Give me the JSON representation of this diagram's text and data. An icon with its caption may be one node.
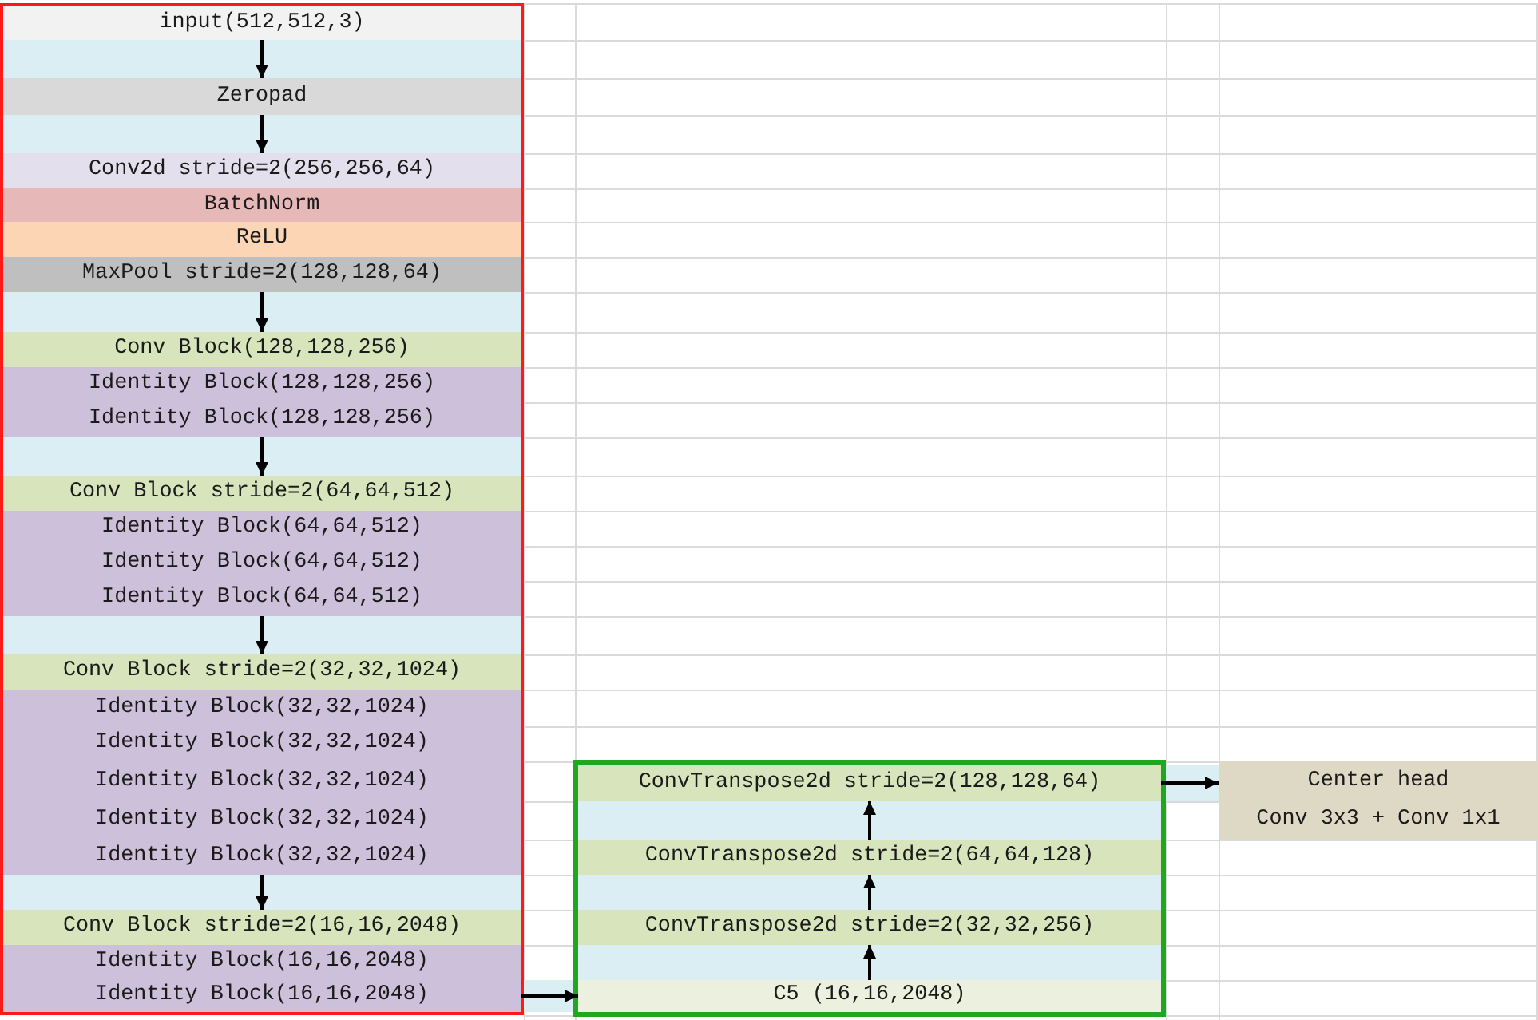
{
  "diagram": {
    "nodes": [
      {
        "text": [],
        "shape": "box"
      },
      {
        "text": [
          "input(512,512,3)"
        ],
        "in": 0
      },
      {
        "text": [
          "Zeropad"
        ],
        "in": 0
      },
      {
        "text": [
          "Conv2d stride=2(256,256,64)"
        ],
        "in": 0
      },
      {
        "text": [
          "BatchNorm"
        ],
        "in": 0
      },
      {
        "text": [
          "ReLU"
        ],
        "in": 0
      },
      {
        "text": [
          "MaxPool stride=2(128,128,64)"
        ],
        "in": 0
      },
      {
        "text": [
          "Conv Block(128,128,256)"
        ],
        "in": 0
      },
      {
        "text": [
          "Identity Block(128,128,256)"
        ],
        "in": 0
      },
      {
        "text": [
          "Identity Block(128,128,256)"
        ],
        "in": 0
      },
      {
        "text": [
          "Conv Block stride=2(64,64,512)"
        ],
        "in": 0
      },
      {
        "text": [
          "Identity Block(64,64,512)"
        ],
        "in": 0
      },
      {
        "text": [
          "Identity Block(64,64,512)"
        ],
        "in": 0
      },
      {
        "text": [
          "Identity Block(64,64,512)"
        ],
        "in": 0
      },
      {
        "text": [
          "Conv Block stride=2(32,32,1024)"
        ],
        "in": 0
      },
      {
        "text": [
          "Identity Block(32,32,1024)"
        ],
        "in": 0
      },
      {
        "text": [
          "Identity Block(32,32,1024)"
        ],
        "in": 0
      },
      {
        "text": [
          "Identity Block(32,32,1024)"
        ],
        "in": 0
      },
      {
        "text": [
          "Identity Block(32,32,1024)"
        ],
        "in": 0
      },
      {
        "text": [
          "Identity Block(32,32,1024)"
        ],
        "in": 0
      },
      {
        "text": [
          "Conv Block stride=2(16,16,2048)"
        ],
        "in": 0
      },
      {
        "text": [
          "Identity Block(16,16,2048)"
        ],
        "in": 0
      },
      {
        "text": [
          "Identity Block(16,16,2048)"
        ],
        "in": 0
      },
      {
        "text": [],
        "shape": "box"
      },
      {
        "text": [
          "ConvTranspose2d stride=2(128,128,64)"
        ],
        "in": 23
      },
      {
        "text": [
          "ConvTranspose2d stride=2(64,64,128)"
        ],
        "in": 23
      },
      {
        "text": [
          "ConvTranspose2d stride=2(32,32,256)"
        ],
        "in": 23
      },
      {
        "text": [
          "C5 (16,16,2048)"
        ],
        "in": 23
      },
      {
        "text": [
          "Center head",
          "Conv 3x3 + Conv 1x1"
        ]
      }
    ],
    "edges": [
      {
        "from": 1,
        "to": 2,
        "arrow": "to"
      },
      {
        "from": 2,
        "to": 3,
        "arrow": "to"
      },
      {
        "from": 6,
        "to": 7,
        "arrow": "to"
      },
      {
        "from": 9,
        "to": 10,
        "arrow": "to"
      },
      {
        "from": 13,
        "to": 14,
        "arrow": "to"
      },
      {
        "from": 19,
        "to": 20,
        "arrow": "to"
      },
      {
        "from": 22,
        "to": 27,
        "arrow": "to"
      },
      {
        "from": 27,
        "to": 26,
        "arrow": "to"
      },
      {
        "from": 26,
        "to": 25,
        "arrow": "to"
      },
      {
        "from": 25,
        "to": 24,
        "arrow": "to"
      },
      {
        "from": 24,
        "to": 28,
        "arrow": "to"
      }
    ]
  }
}
